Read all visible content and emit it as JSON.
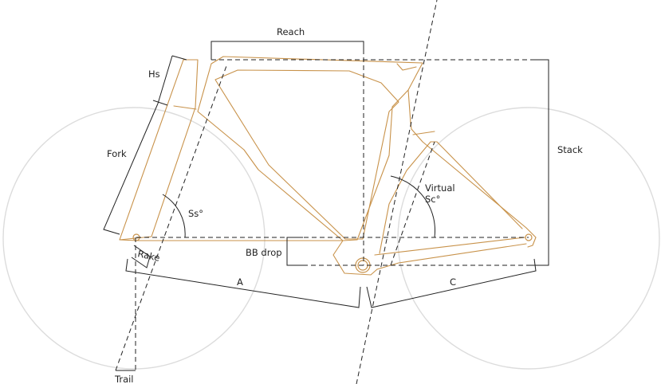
{
  "labels": {
    "reach": "Reach",
    "hs": "Hs",
    "fork": "Fork",
    "stack": "Stack",
    "ss": "Ss°",
    "virtual": "Virtual",
    "sc": "Sc°",
    "bb_drop": "BB drop",
    "rake": "Rake",
    "a": "A",
    "c": "C",
    "trail": "Trail"
  },
  "colors": {
    "frame": "#c8924a",
    "lines": "#222222",
    "wheels": "#dddddd",
    "text": "#222222"
  }
}
